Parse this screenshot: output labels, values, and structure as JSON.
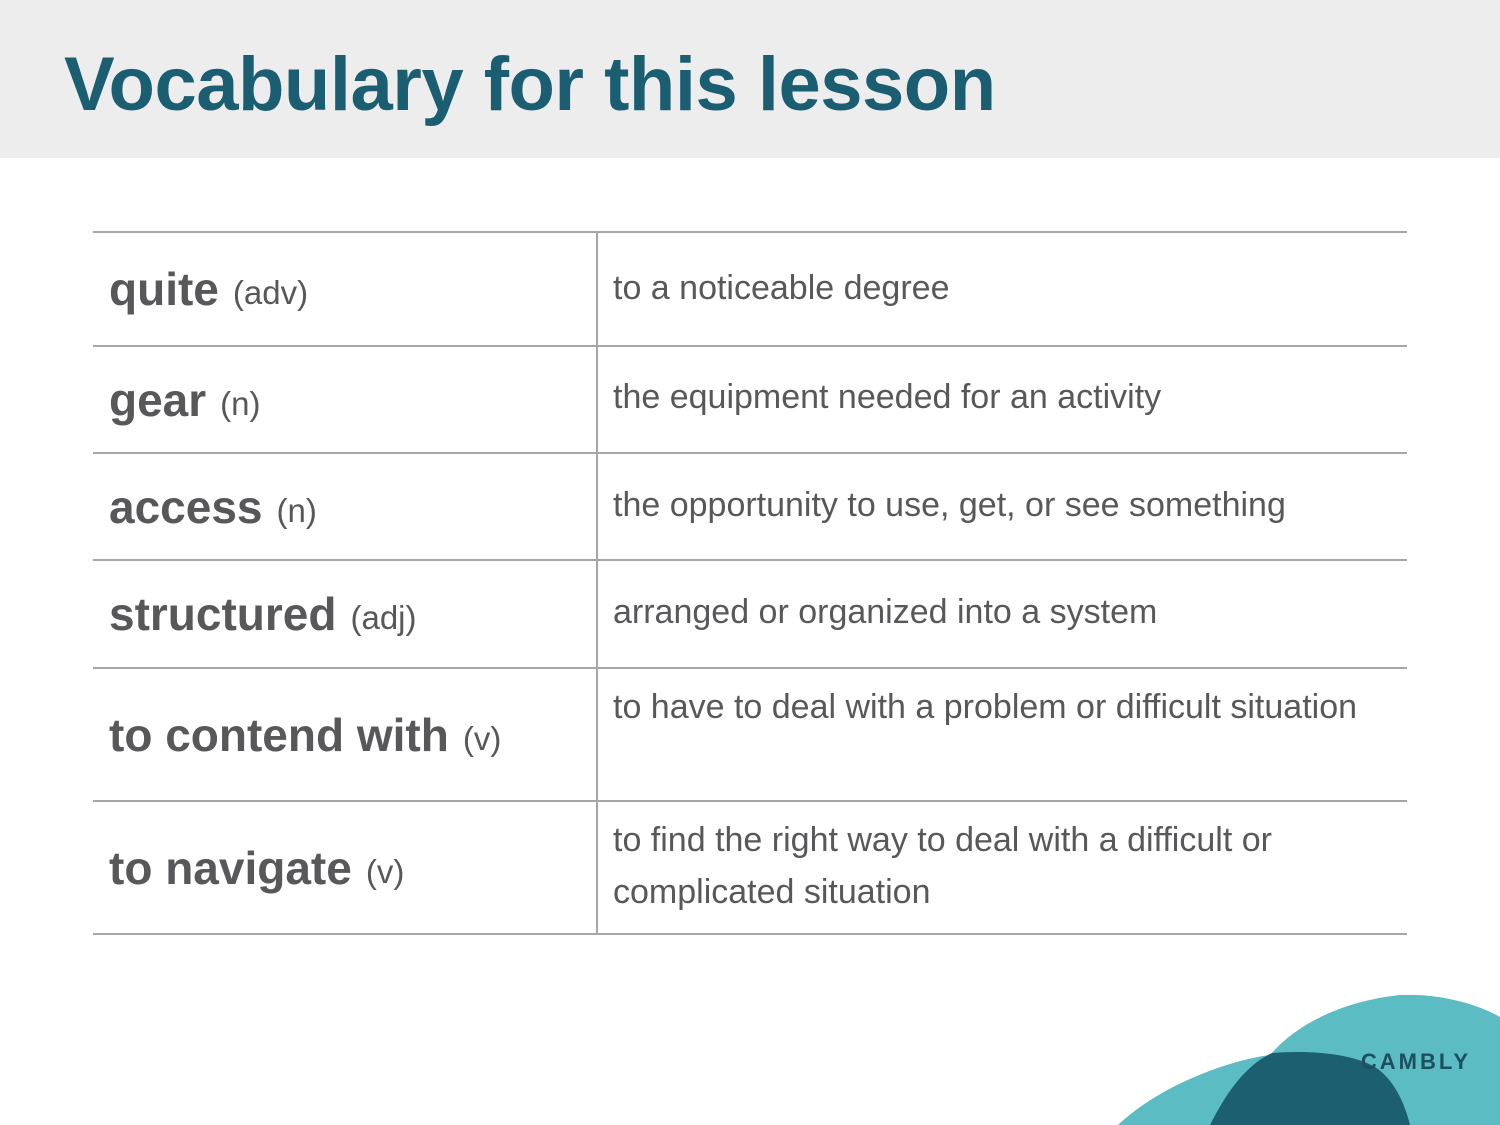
{
  "title": "Vocabulary for this lesson",
  "brand": "CAMBLY",
  "colors": {
    "title": "#1b5e72",
    "header_bg": "#ededed",
    "text": "#58585a",
    "rule": "#a6a6a6",
    "logo_light": "#5bbcc4",
    "logo_dark": "#1c5f70"
  },
  "vocabulary": [
    {
      "term": "quite",
      "pos": "(adv)",
      "definition": "to a noticeable degree"
    },
    {
      "term": "gear",
      "pos": "(n)",
      "definition": "the equipment needed for an activity"
    },
    {
      "term": "access",
      "pos": "(n)",
      "definition": "the opportunity to use, get, or see something"
    },
    {
      "term": "structured",
      "pos": "(adj)",
      "definition": "arranged or organized into a system"
    },
    {
      "term": "to contend with",
      "pos": "(v)",
      "definition": "to have to deal with a problem or difficult situation"
    },
    {
      "term": "to navigate",
      "pos": "(v)",
      "definition": "to find the right way to deal with a difficult or complicated situation"
    }
  ]
}
